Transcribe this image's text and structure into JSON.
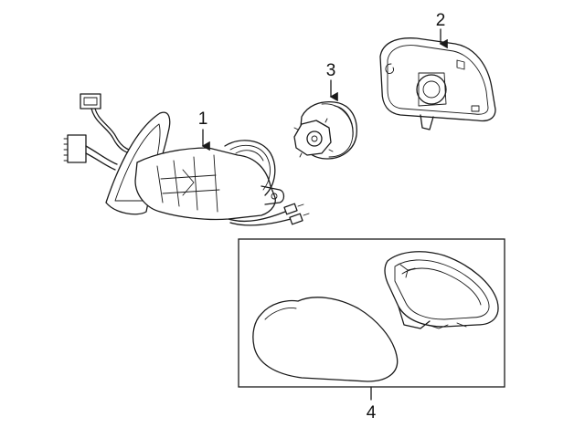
{
  "callouts": {
    "c1": "1",
    "c2": "2",
    "c3": "3",
    "c4": "4"
  },
  "colors": {
    "line": "#1a1a1a",
    "background": "#ffffff"
  },
  "icons": [
    "arrow-down-icon"
  ]
}
